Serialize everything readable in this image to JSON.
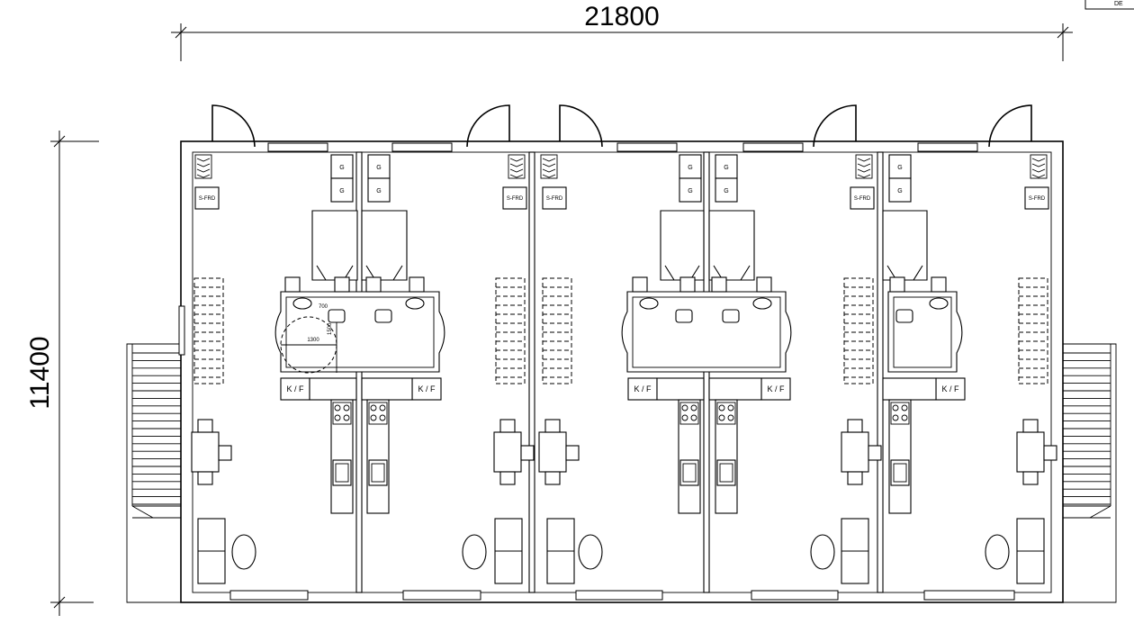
{
  "dimensions": {
    "width_label": "21800",
    "height_label": "11400"
  },
  "labels": {
    "gas": "G",
    "smoke_vent": "S-FRD",
    "kitchen_fridge": "K / F"
  },
  "annotations": {
    "turning_circle": "1300",
    "clearance_a": "700",
    "clearance_b": "1500",
    "corner_tag": "DE"
  }
}
